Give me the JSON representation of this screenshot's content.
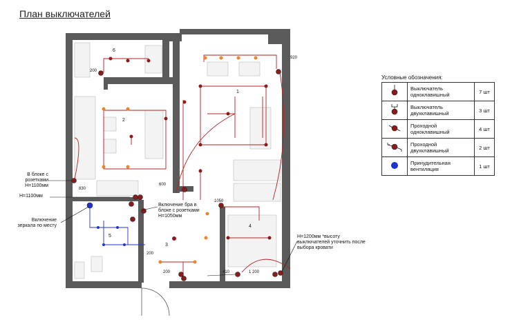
{
  "title": "План выключателей",
  "legend": {
    "title": "Условные обозначения:",
    "rows": [
      {
        "label": "Выключатель одноклавишный",
        "count": "7 шт",
        "symbol": "single-switch-icon"
      },
      {
        "label": "Выключатель двухклавишный",
        "count": "3 шт",
        "symbol": "double-switch-icon"
      },
      {
        "label": "Проходной одноклавишный",
        "count": "4 шт",
        "symbol": "pass-single-switch-icon"
      },
      {
        "label": "Проходной двухклавишный",
        "count": "2 шт",
        "symbol": "pass-double-switch-icon"
      },
      {
        "label": "Принудительная вентиляция",
        "count": "1 шт",
        "symbol": "ventilation-icon"
      }
    ]
  },
  "notes": {
    "sockets_block": "В блоке с розетками H=1100мм",
    "h1100": "H=1100мм",
    "mirror": "Включение зеркала по месту",
    "sconce": "Включение бра в блоке с розетками H=1050мм",
    "bed": "H=1200мм *высоту выключателей уточнить после выбора кровати"
  },
  "dims": {
    "d200a": "200",
    "d920": "920",
    "d830": "830",
    "d600": "600",
    "d200b": "200",
    "d200c": "200",
    "d1200": "1 200",
    "d410": "410",
    "d1050": "1050"
  },
  "rooms": {
    "r6": "6",
    "r1": "1",
    "r2": "2",
    "r4": "4",
    "r5": "5",
    "r3": "3"
  },
  "colors": {
    "wall": "#5a5a5a",
    "switch": "#8b1a1a",
    "line": "#b22222",
    "vent": "#2233cc",
    "lamp": "#e8862a"
  }
}
